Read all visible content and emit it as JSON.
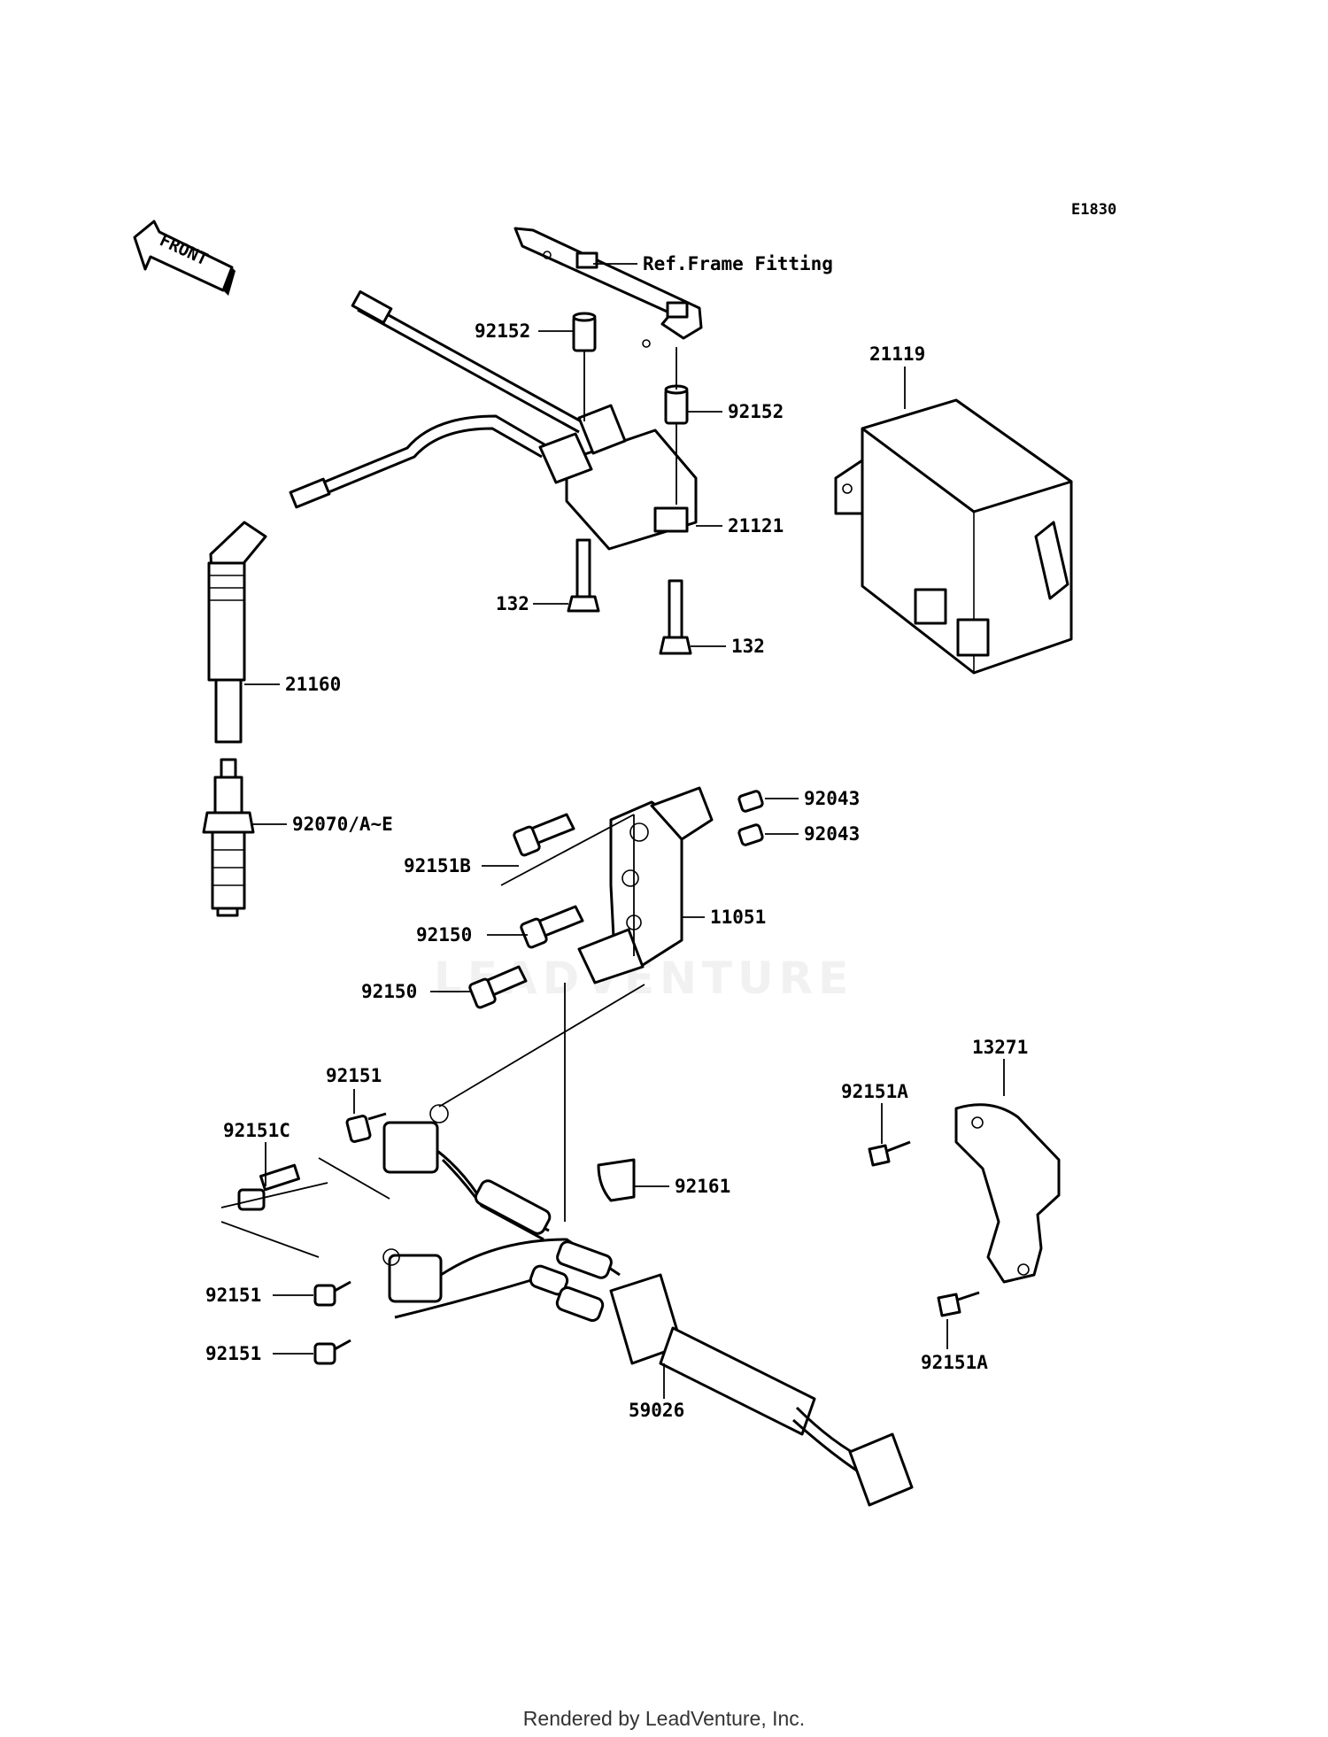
{
  "diagram_code": "E1830",
  "front_label": "FRONT",
  "watermark": "LEADVENTURE",
  "footer_text": "Rendered by LeadVenture, Inc.",
  "callouts": {
    "ref_frame": "Ref.Frame Fitting",
    "p92152_a": "92152",
    "p92152_b": "92152",
    "p21119": "21119",
    "p21121": "21121",
    "p132_a": "132",
    "p132_b": "132",
    "p21160": "21160",
    "p92070": "92070/A~E",
    "p92043_a": "92043",
    "p92043_b": "92043",
    "p92151b": "92151B",
    "p11051": "11051",
    "p92150_a": "92150",
    "p92150_b": "92150",
    "p92151_top": "92151",
    "p92151c": "92151C",
    "p92161": "92161",
    "p13271": "13271",
    "p92151a_top": "92151A",
    "p92151a_bot": "92151A",
    "p92151_mid": "92151",
    "p92151_low": "92151",
    "p59026": "59026"
  }
}
